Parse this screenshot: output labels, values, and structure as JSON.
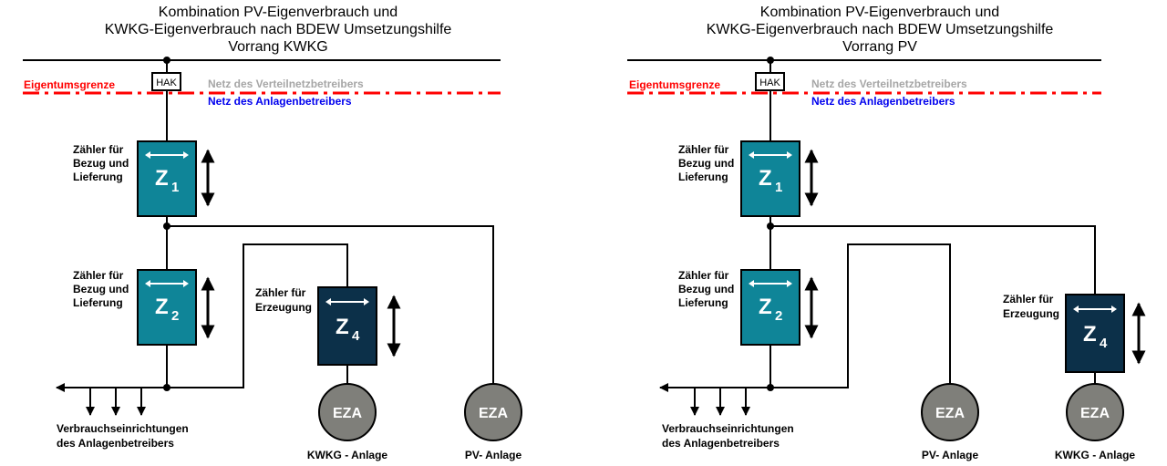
{
  "colors": {
    "meter_bidirectional": "#0f8598",
    "meter_generation": "#0c3049",
    "eza_circle": "#7f7f7a",
    "ownership_boundary": "#ff0000",
    "grid_operator_text": "#a6a6a6",
    "plant_operator_text": "#0000ee"
  },
  "icons": {
    "meter_direction": "double-headed-arrow",
    "flow_direction": "vertical-double-arrow",
    "consumer_taps": "down-arrows"
  },
  "left": {
    "title_line1": "Kombination PV-Eigenverbrauch und",
    "title_line2": "KWKG-Eigenverbrauch nach BDEW Umsetzungshilfe",
    "title_line3": "Vorrang KWKG",
    "boundary_label": "Eigentumsgrenze",
    "hak_label": "HAK",
    "grid_operator_label": "Netz des Verteilnetzbetreibers",
    "plant_operator_label": "Netz des Anlagenbetreibers",
    "z1": {
      "caption1": "Zähler für",
      "caption2": "Bezug und",
      "caption3": "Lieferung",
      "main": "Z",
      "sub": "1"
    },
    "z2": {
      "caption1": "Zähler für",
      "caption2": "Bezug und",
      "caption3": "Lieferung",
      "main": "Z",
      "sub": "2"
    },
    "z4": {
      "caption1": "Zähler für",
      "caption2": "Erzeugung",
      "main": "Z",
      "sub": "4"
    },
    "consumers_line1": "Verbrauchseinrichtungen",
    "consumers_line2": "des Anlagenbetreibers",
    "eza_a": {
      "label": "EZA",
      "caption": "KWKG - Anlage"
    },
    "eza_b": {
      "label": "EZA",
      "caption": "PV- Anlage"
    }
  },
  "right": {
    "title_line1": "Kombination PV-Eigenverbrauch und",
    "title_line2": "KWKG-Eigenverbrauch nach BDEW Umsetzungshilfe",
    "title_line3": "Vorrang PV",
    "boundary_label": "Eigentumsgrenze",
    "hak_label": "HAK",
    "grid_operator_label": "Netz des Verteilnetzbetreibers",
    "plant_operator_label": "Netz des Anlagenbetreibers",
    "z1": {
      "caption1": "Zähler für",
      "caption2": "Bezug und",
      "caption3": "Lieferung",
      "main": "Z",
      "sub": "1"
    },
    "z2": {
      "caption1": "Zähler für",
      "caption2": "Bezug und",
      "caption3": "Lieferung",
      "main": "Z",
      "sub": "2"
    },
    "z4": {
      "caption1": "Zähler für",
      "caption2": "Erzeugung",
      "main": "Z",
      "sub": "4"
    },
    "consumers_line1": "Verbrauchseinrichtungen",
    "consumers_line2": "des Anlagenbetreibers",
    "eza_a": {
      "label": "EZA",
      "caption": "PV- Anlage"
    },
    "eza_b": {
      "label": "EZA",
      "caption": "KWKG - Anlage"
    }
  }
}
